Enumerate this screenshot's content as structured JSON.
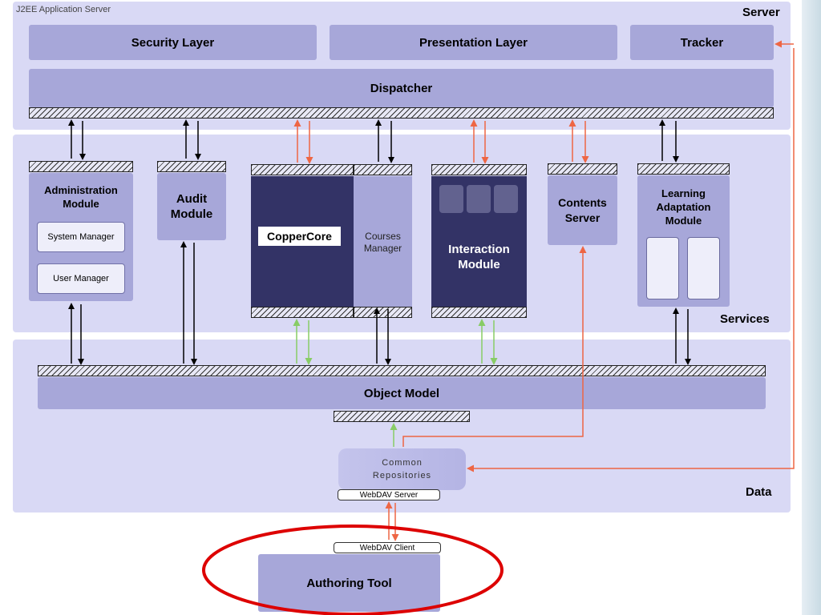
{
  "server_title": "J2EE Application Server",
  "labels": {
    "server": "Server",
    "services": "Services",
    "data": "Data"
  },
  "server_layer": {
    "security": "Security Layer",
    "presentation": "Presentation Layer",
    "tracker": "Tracker",
    "dispatcher": "Dispatcher"
  },
  "modules": {
    "administration": {
      "title_line1": "Administration",
      "title_line2": "Module",
      "system_manager": "System Manager",
      "user_manager": "User Manager"
    },
    "audit": {
      "line1": "Audit",
      "line2": "Module"
    },
    "coppercore": "CopperCore",
    "courses": {
      "line1": "Courses",
      "line2": "Manager"
    },
    "interaction": {
      "line1": "Interaction",
      "line2": "Module"
    },
    "contents": {
      "line1": "Contents",
      "line2": "Server"
    },
    "learning": {
      "line1": "Learning",
      "line2": "Adaptation",
      "line3": "Module"
    }
  },
  "data_layer": {
    "object_model": "Object Model",
    "repositories_line1": "Common",
    "repositories_line2": "Repositories",
    "webdav_server": "WebDAV Server"
  },
  "client": {
    "webdav_client": "WebDAV Client",
    "authoring_tool": "Authoring Tool"
  },
  "colors": {
    "band": "#d9d9f5",
    "box": "#a7a7d9",
    "dark_module": "#333366",
    "arrow_black": "#000000",
    "arrow_orange": "#ee6644",
    "arrow_green": "#88cc66",
    "highlight_ellipse": "#dd0000"
  }
}
